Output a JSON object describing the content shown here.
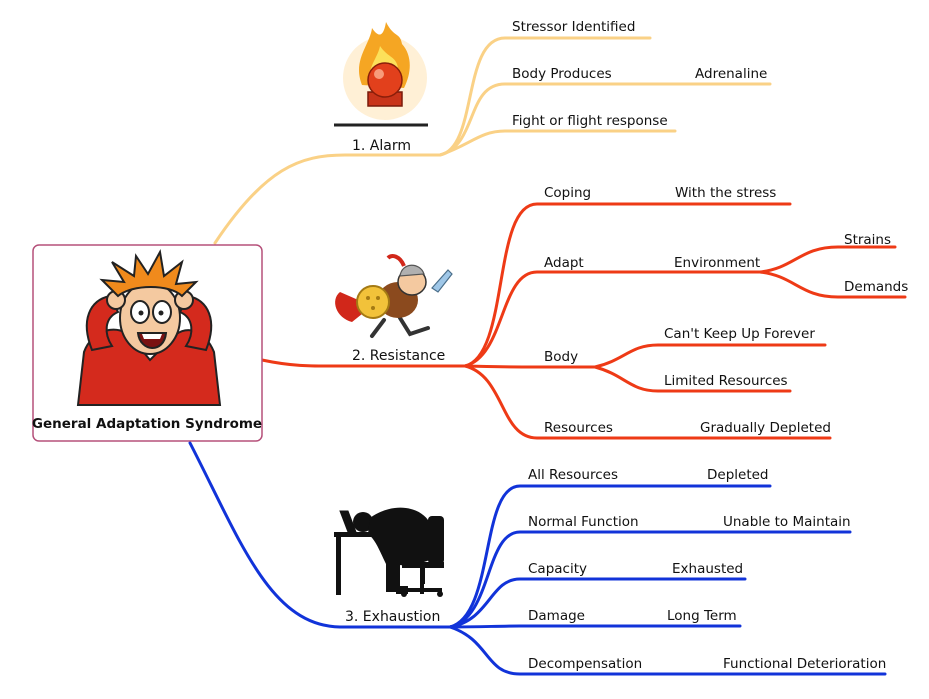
{
  "central": {
    "title": "General Adaptation Syndrome"
  },
  "colors": {
    "alarm": "#FAD186",
    "resistance": "#EE3A16",
    "exhaustion": "#1133D9",
    "box_border": "#B5507A"
  },
  "alarm": {
    "label": "1. Alarm",
    "icon": "alarm-bell-fire-icon",
    "items": [
      {
        "label": "Stressor Identified"
      },
      {
        "label": "Body Produces",
        "child": "Adrenaline"
      },
      {
        "label": "Fight or flight response"
      }
    ]
  },
  "resistance": {
    "label": "2. Resistance",
    "icon": "warrior-with-shield-icon",
    "items": [
      {
        "label": "Coping",
        "child": "With the stress"
      },
      {
        "label": "Adapt",
        "child": "Environment",
        "grandchildren": [
          "Strains",
          "Demands"
        ]
      },
      {
        "label": "Body",
        "children": [
          "Can't Keep Up Forever",
          "Limited Resources"
        ]
      },
      {
        "label": "Resources",
        "child": "Gradually Depleted"
      }
    ]
  },
  "exhaustion": {
    "label": "3. Exhaustion",
    "icon": "slumped-at-desk-icon",
    "items": [
      {
        "label": "All Resources",
        "child": "Depleted"
      },
      {
        "label": "Normal Function",
        "child": "Unable to Maintain"
      },
      {
        "label": "Capacity",
        "child": "Exhausted"
      },
      {
        "label": "Damage",
        "child": "Long Term"
      },
      {
        "label": "Decompensation",
        "child": "Functional Deterioration"
      }
    ]
  }
}
